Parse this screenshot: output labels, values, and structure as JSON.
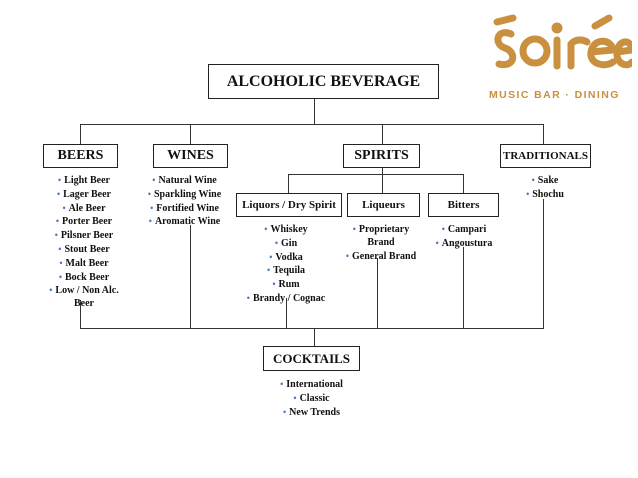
{
  "logo": {
    "brand": "Soirée",
    "tagline": "MUSIC BAR · DINING",
    "color": "#c9903f"
  },
  "root": "ALCOHOLIC BEVERAGE",
  "categories": {
    "beers": {
      "title": "BEERS",
      "items": [
        "Light Beer",
        "Lager Beer",
        "Ale Beer",
        "Porter Beer",
        "Pilsner Beer",
        "Stout Beer",
        "Malt Beer",
        "Bock Beer",
        "Low / Non Alc.",
        "Beer"
      ]
    },
    "wines": {
      "title": "WINES",
      "items": [
        "Natural Wine",
        "Sparkling Wine",
        "Fortified Wine",
        "Aromatic Wine"
      ]
    },
    "spirits": {
      "title": "SPIRITS",
      "liquors": {
        "title": "Liquors / Dry Spirit",
        "items": [
          "Whiskey",
          "Gin",
          "Vodka",
          "Tequila",
          "Rum",
          "Brandy / Cognac"
        ]
      },
      "liqueurs": {
        "title": "Liqueurs",
        "items": [
          "Proprietary",
          "Brand",
          "General Brand"
        ]
      },
      "bitters": {
        "title": "Bitters",
        "items": [
          "Campari",
          "Angoustura"
        ]
      }
    },
    "traditionals": {
      "title": "TRADITIONALS",
      "items": [
        "Sake",
        "Shochu"
      ]
    }
  },
  "cocktails": {
    "title": "COCKTAILS",
    "items": [
      "International",
      "Classic",
      "New Trends"
    ]
  }
}
